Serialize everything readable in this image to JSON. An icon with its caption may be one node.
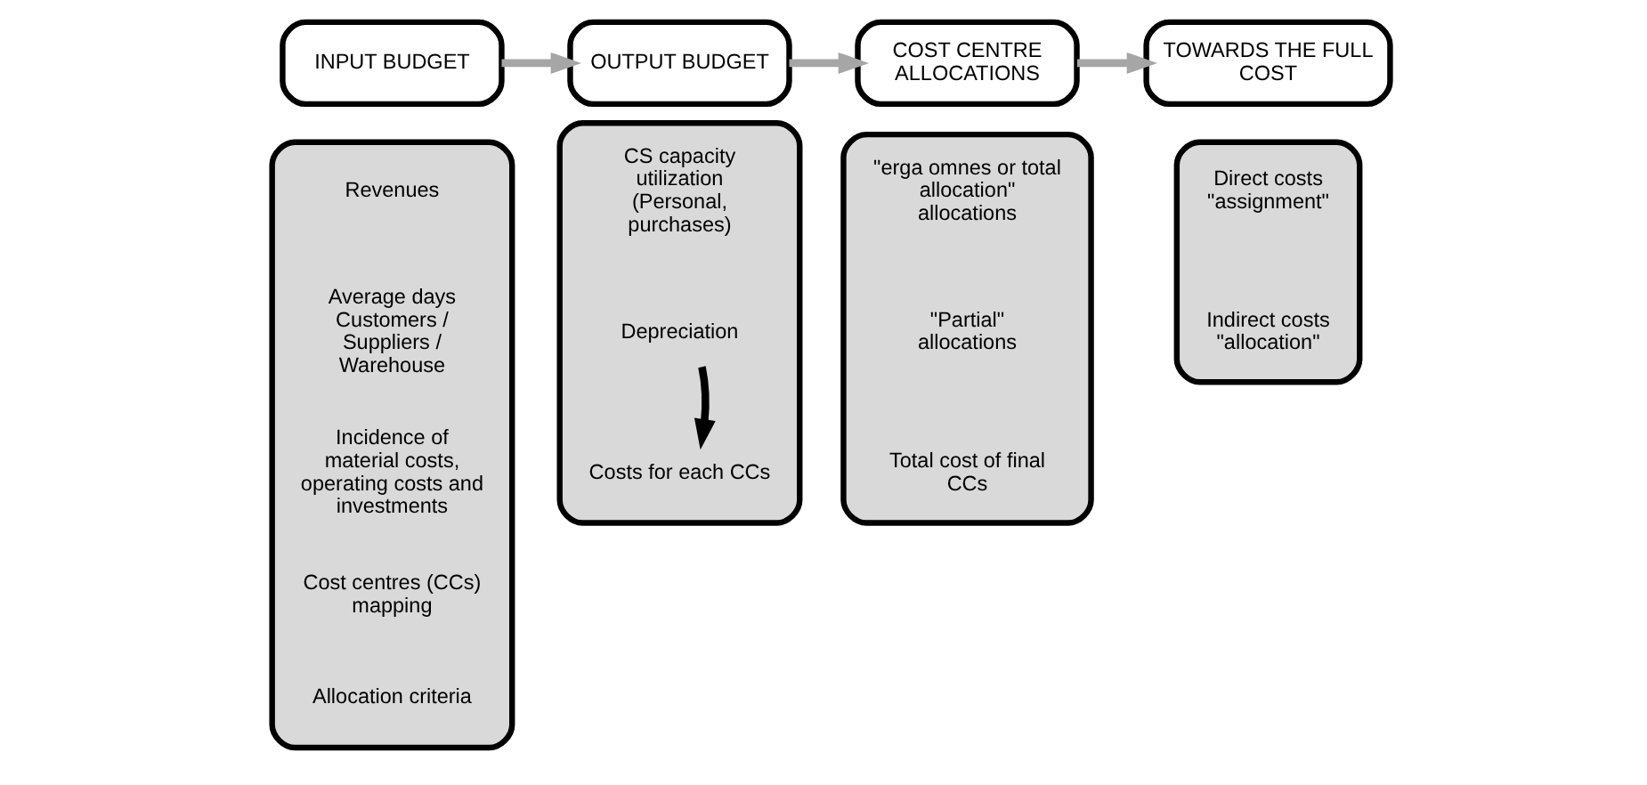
{
  "diagram": {
    "nodes": [
      {
        "text": [
          "INPUT BUDGET"
        ]
      },
      {
        "text": [],
        "shape": "box"
      },
      {
        "text": [
          "Revenues"
        ],
        "in": 1
      },
      {
        "text": [
          "Average days Customers / Suppliers / Warehouse"
        ],
        "in": 1
      },
      {
        "text": [
          "Incidence of material costs, operating costs and investments"
        ],
        "in": 1
      },
      {
        "text": [
          "Cost centres (CCs) mapping"
        ],
        "in": 1
      },
      {
        "text": [
          "Allocation criteria"
        ],
        "in": 1
      },
      {
        "text": [
          "OUTPUT BUDGET"
        ]
      },
      {
        "text": [],
        "shape": "box"
      },
      {
        "text": [
          "CS capacity utilization (Personal, purchases)"
        ],
        "in": 8
      },
      {
        "text": [
          "Depreciation"
        ],
        "in": 8
      },
      {
        "text": [
          "Costs for each CCs"
        ],
        "in": 8
      },
      {
        "text": [
          "COST CENTRE ALLOCATIONS"
        ]
      },
      {
        "text": [],
        "shape": "box"
      },
      {
        "text": [
          "\"erga omnes or total allocation\" allocations"
        ],
        "in": 13
      },
      {
        "text": [
          "\"Partial\" allocations"
        ],
        "in": 13
      },
      {
        "text": [
          "Total cost of final CCs"
        ],
        "in": 13
      },
      {
        "text": [
          "TOWARDS THE FULL COST"
        ]
      },
      {
        "text": [],
        "shape": "box"
      },
      {
        "text": [
          "Direct costs \"assignment\""
        ],
        "in": 18
      },
      {
        "text": [
          "Indirect costs \"allocation\""
        ],
        "in": 18
      }
    ],
    "edges": [
      {
        "from": 0,
        "to": 7,
        "arrow": "to"
      },
      {
        "from": 7,
        "to": 12,
        "arrow": "to"
      },
      {
        "from": 12,
        "to": 17,
        "arrow": "to"
      },
      {
        "from": 10,
        "to": 11,
        "arrow": "to",
        "color": "#000000"
      }
    ]
  }
}
